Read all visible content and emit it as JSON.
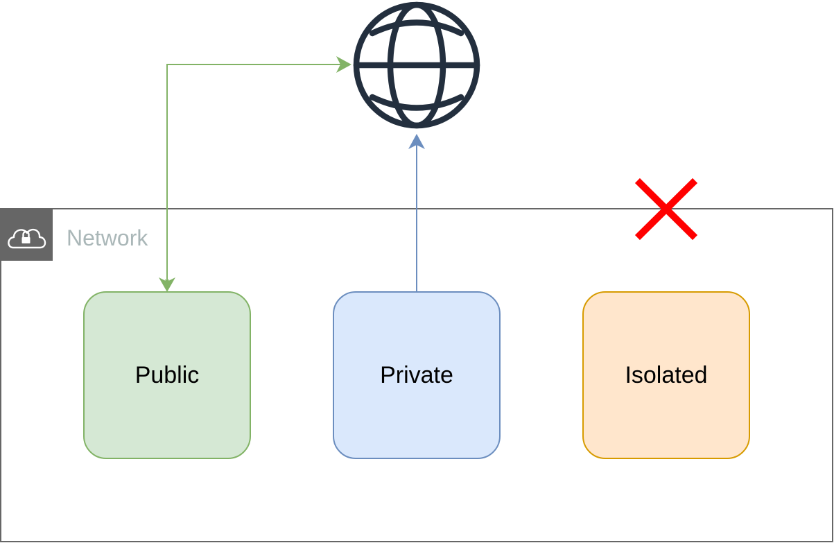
{
  "network": {
    "label": "Network"
  },
  "subnets": {
    "public": {
      "label": "Public"
    },
    "private": {
      "label": "Private"
    },
    "isolated": {
      "label": "Isolated"
    }
  },
  "icons": {
    "globe": "globe-icon",
    "cloud_lock": "cloud-lock-icon",
    "blocked": "cross-icon"
  },
  "colors": {
    "public_fill": "#D5E8D4",
    "public_stroke": "#82B366",
    "private_fill": "#DAE8FC",
    "private_stroke": "#6C8EBF",
    "isolated_fill": "#FFE6CC",
    "isolated_stroke": "#D79B00",
    "network_border": "#666666",
    "network_label": "#AAB7B8",
    "globe": "#232F3E",
    "cross": "#FF0000"
  }
}
